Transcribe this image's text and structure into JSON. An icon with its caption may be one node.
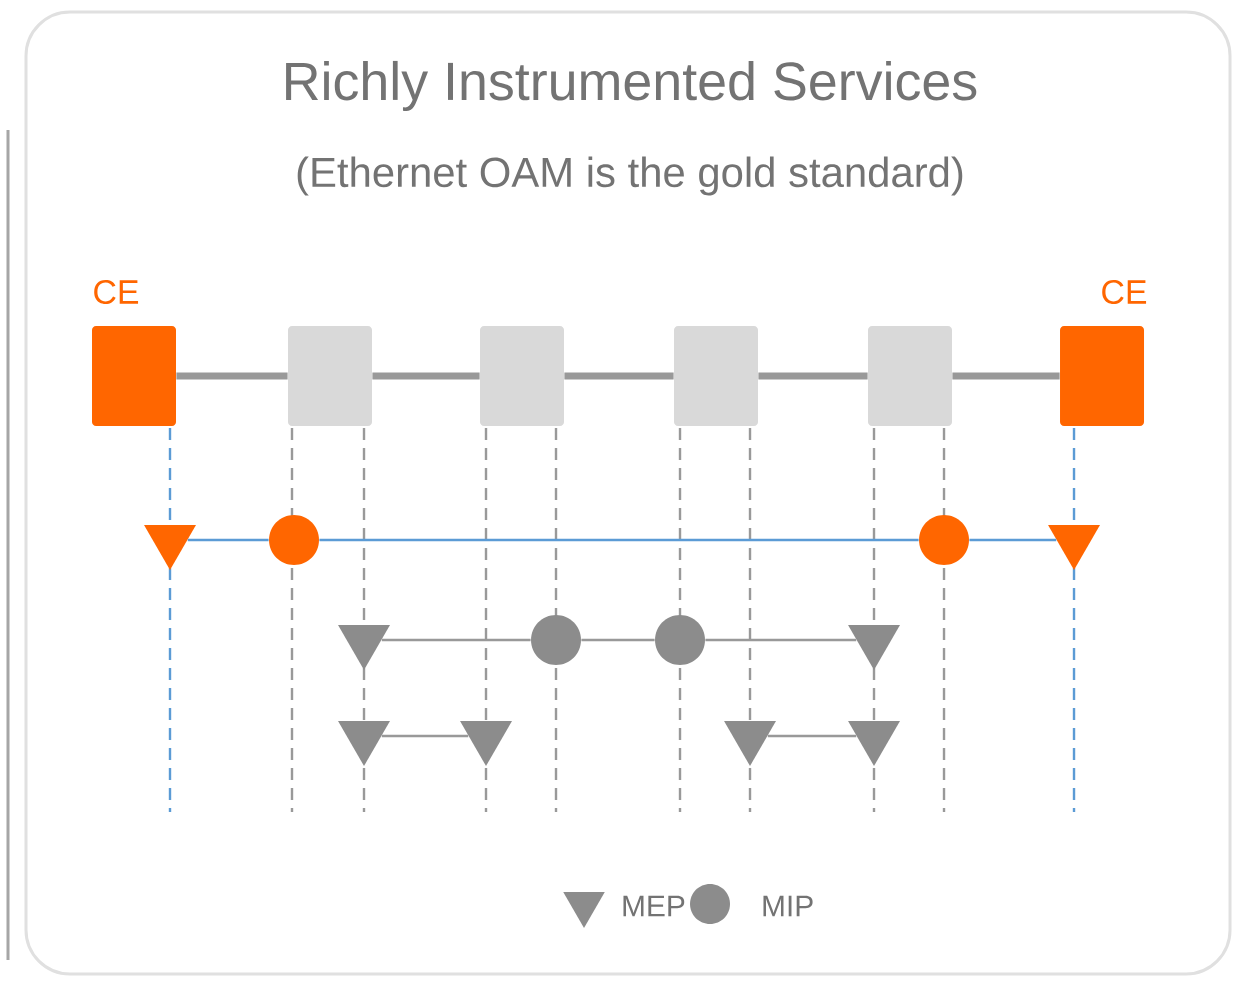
{
  "diagram": {
    "title": "Richly Instrumented Services",
    "nodes": [
      {
        "text": [
          "CE"
        ]
      },
      {
        "text": [],
        "shape": "box"
      },
      {
        "text": [],
        "shape": "box"
      },
      {
        "text": [],
        "shape": "box"
      },
      {
        "text": [],
        "shape": "box"
      },
      {
        "text": [
          "CE"
        ]
      },
      {
        "text": [],
        "shape": "triangle"
      },
      {
        "text": [],
        "shape": "circle"
      },
      {
        "text": [],
        "shape": "circle"
      },
      {
        "text": [],
        "shape": "triangle"
      },
      {
        "text": [],
        "shape": "triangle"
      },
      {
        "text": [],
        "shape": "circle"
      },
      {
        "text": [],
        "shape": "circle"
      },
      {
        "text": [],
        "shape": "triangle"
      },
      {
        "text": [],
        "shape": "triangle"
      },
      {
        "text": [],
        "shape": "triangle"
      },
      {
        "text": [],
        "shape": "triangle"
      },
      {
        "text": [],
        "shape": "triangle"
      }
    ],
    "edges": [
      {
        "from": 0,
        "to": 1,
        "arrow": "none",
        "style": "thick"
      },
      {
        "from": 1,
        "to": 2,
        "arrow": "none",
        "style": "thick"
      },
      {
        "from": 2,
        "to": 3,
        "arrow": "none",
        "style": "thick"
      },
      {
        "from": 3,
        "to": 4,
        "arrow": "none",
        "style": "thick"
      },
      {
        "from": 4,
        "to": 5,
        "arrow": "none",
        "style": "thick"
      },
      {
        "from": 6,
        "to": 7,
        "arrow": "none",
        "color": "#5b9bd5"
      },
      {
        "from": 7,
        "to": 8,
        "arrow": "none",
        "color": "#5b9bd5"
      },
      {
        "from": 8,
        "to": 9,
        "arrow": "none",
        "color": "#5b9bd5"
      },
      {
        "from": 10,
        "to": 11,
        "arrow": "none"
      },
      {
        "from": 11,
        "to": 12,
        "arrow": "none"
      },
      {
        "from": 12,
        "to": 13,
        "arrow": "none"
      },
      {
        "from": 14,
        "to": 15,
        "arrow": "none"
      },
      {
        "from": 16,
        "to": 17,
        "arrow": "none"
      }
    ],
    "labels": [
      "(Ethernet OAM is the gold standard)"
    ],
    "legend": [
      {
        "text": "MEP"
      },
      {
        "text": "MIP"
      }
    ]
  }
}
